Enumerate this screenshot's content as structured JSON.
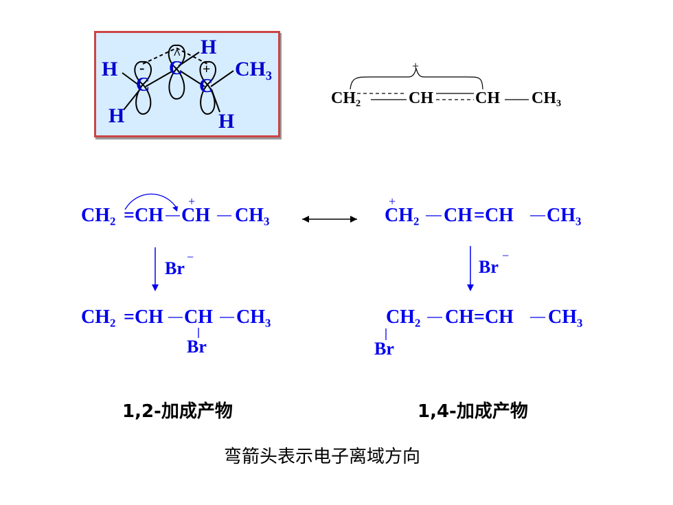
{
  "orbital_box": {
    "atoms": {
      "H_top": "H",
      "H_left": "H",
      "H_bottom_left": "H",
      "H_bottom_right": "H",
      "C1": "C",
      "C2": "C",
      "C3": "C",
      "CH3": "CH₃"
    },
    "charges": {
      "minus": "-",
      "hat": "^",
      "plus": "+"
    },
    "colors": {
      "border": "#cc4444",
      "background": "#d6ecff",
      "atom": "#0000cc"
    }
  },
  "allyl_structure": {
    "atoms": [
      "CH₂",
      "CH",
      "CH",
      "CH₃"
    ],
    "charge": "+"
  },
  "resonance": {
    "left": {
      "atoms": [
        "CH₂",
        "=CH",
        "CH",
        "CH₃"
      ],
      "charge": "+"
    },
    "right": {
      "atoms": [
        "CH₂",
        "CH",
        "=CH",
        "CH₃"
      ],
      "charge": "+"
    }
  },
  "reagent": {
    "left": "Br",
    "right": "Br",
    "charge": "−"
  },
  "products": {
    "left": {
      "atoms": [
        "CH₂",
        "=CH",
        "CH",
        "CH₃"
      ],
      "substituent": "Br"
    },
    "right": {
      "atoms": [
        "CH₂",
        "CH",
        "=CH",
        "CH₃"
      ],
      "substituent": "Br"
    }
  },
  "captions": {
    "left": "1,2-加成产物",
    "right": "1,4-加成产物"
  },
  "note": "弯箭头表示电子离域方向",
  "colors": {
    "structure": "#0000ee",
    "text": "#000000"
  }
}
